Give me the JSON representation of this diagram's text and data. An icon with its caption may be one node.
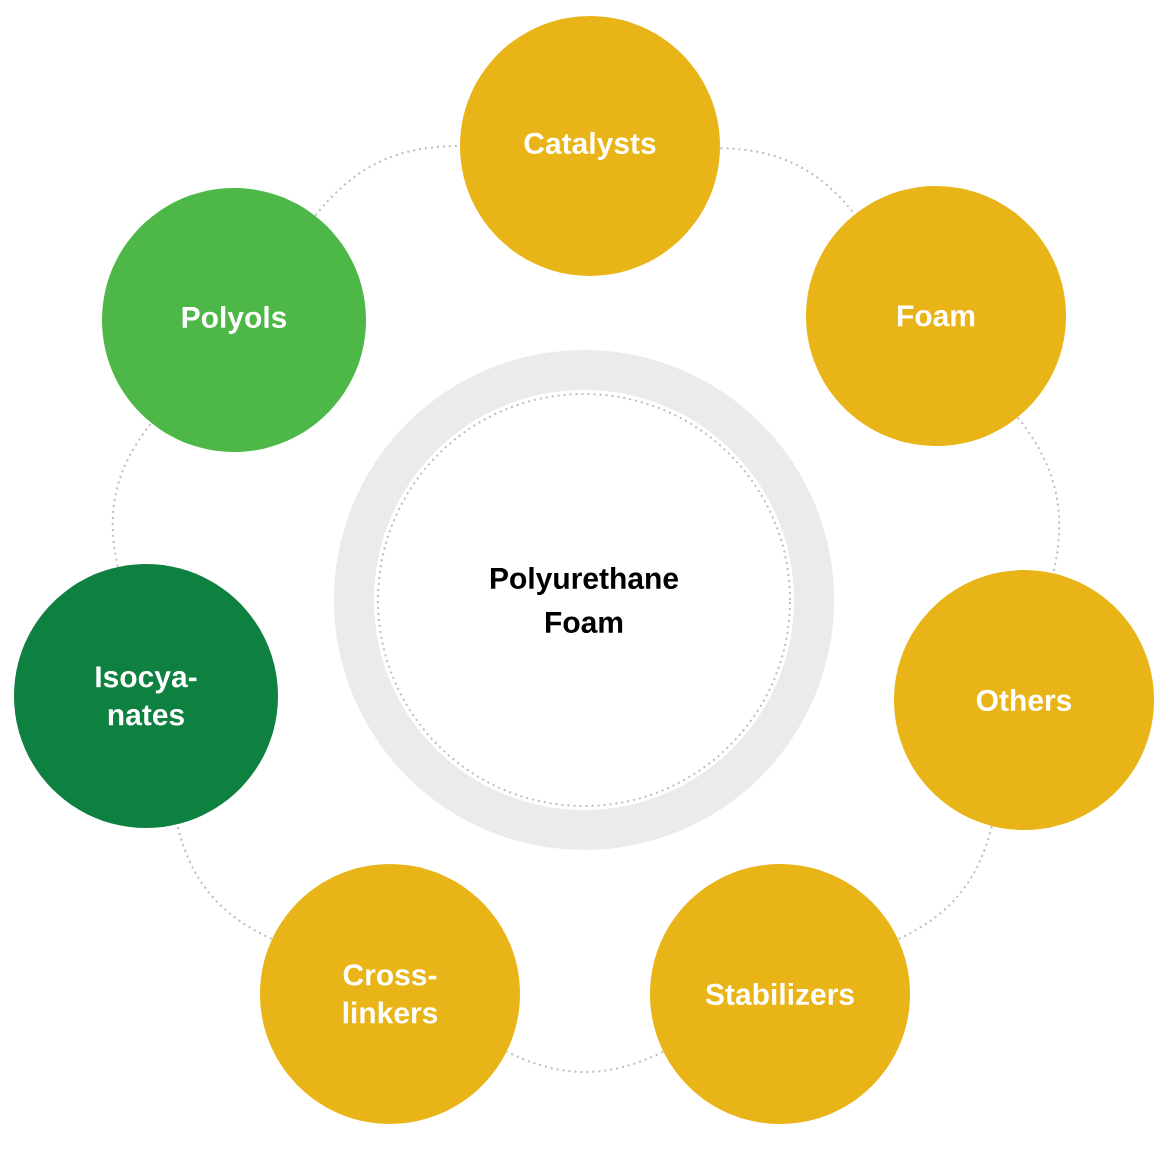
{
  "diagram": {
    "nodes": [
      {
        "text": [
          "Catalysts"
        ]
      },
      {
        "text": [
          "Foam"
        ]
      },
      {
        "text": [
          "Others"
        ]
      },
      {
        "text": [
          "Stabilizers"
        ]
      },
      {
        "text": [
          "Cross- linkers"
        ]
      },
      {
        "text": [
          "Isocya- nates"
        ]
      },
      {
        "text": [
          "Polyols"
        ]
      },
      {
        "text": [
          "Polyurethane Foam"
        ]
      }
    ],
    "edges": [
      {
        "from": 0,
        "to": 1,
        "arrow": "none",
        "style": "dashed"
      },
      {
        "from": 1,
        "to": 2,
        "arrow": "none",
        "style": "dashed"
      },
      {
        "from": 2,
        "to": 3,
        "arrow": "none",
        "style": "dashed"
      },
      {
        "from": 3,
        "to": 4,
        "arrow": "none",
        "style": "dashed"
      },
      {
        "from": 4,
        "to": 5,
        "arrow": "none",
        "style": "dashed"
      },
      {
        "from": 5,
        "to": 6,
        "arrow": "none",
        "style": "dashed"
      },
      {
        "from": 6,
        "to": 0,
        "arrow": "none",
        "style": "dashed"
      }
    ]
  }
}
